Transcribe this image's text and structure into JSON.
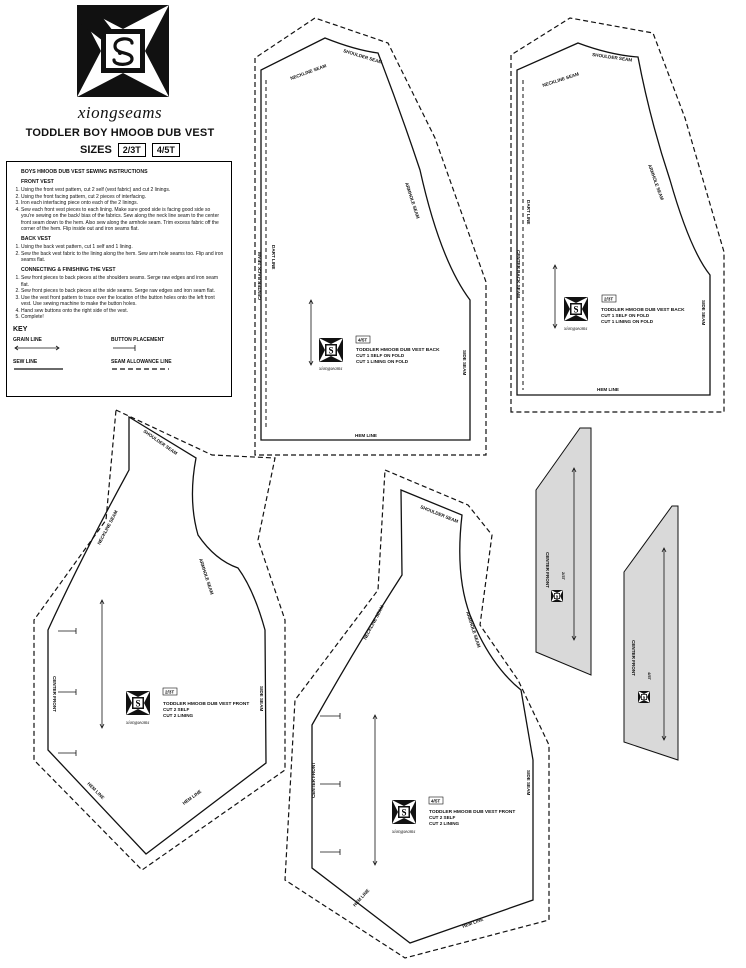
{
  "brand": {
    "name": "xiongseams",
    "monogram": "S"
  },
  "title": "TODDLER BOY HMOOB DUB VEST",
  "sizes": {
    "label": "SIZES",
    "options": [
      "2/3T",
      "4/5T"
    ]
  },
  "instructions": {
    "heading": "BOYS HMOOB DUB VEST SEWING INSTRUCTIONS",
    "sections": [
      {
        "title": "FRONT VEST",
        "steps": [
          "Using the front vest pattern, cut 2 self (vest fabric) and cut 2 linings.",
          "Using the front facing pattern, cut 2 pieces of interfacing.",
          "Iron each interfacing piece onto each of the 2 linings.",
          "Sew each front vest pieces to each lining. Make sure good side is facing good side so you're sewing on the back/ bias of the fabrics. Sew along the neck line seam to the center front seam down to the hem. Also sew along the armhole seam. Trim excess fabric off the corner of the hem. Flip inside out and iron seams flat."
        ]
      },
      {
        "title": "BACK VEST",
        "steps": [
          "Using the back vest pattern, cut 1 self and 1 lining.",
          "Sew the back vest fabric to the lining along the hem. Sew arm hole seams too. Flip and iron seams flat."
        ]
      },
      {
        "title": "CONNECTING & FINISHING THE VEST",
        "steps": [
          "Sew front pieces to back pieces at the shoulders seams. Serge raw edges and iron seam flat.",
          "Sew front pieces to back pieces at the side seams. Serge raw edges and iron seam flat.",
          "Use the vest front pattern to trace over the location of the button holes onto the left front vest. Use sewing machine to make the button holes.",
          "Hand sew buttons onto the right side of the vest.",
          "Complete!"
        ]
      }
    ],
    "key": {
      "title": "KEY",
      "grain": "GRAIN LINE",
      "button": "BUTTON PLACEMENT",
      "sew": "SEW LINE",
      "seam": "SEAM ALLOWANCE LINE"
    }
  },
  "pieces": {
    "back_4t": {
      "size": "4/5T",
      "name": "TODDLER HMOOB DUB VEST BACK",
      "cut1": "CUT 1 SELF ON FOLD",
      "cut2": "CUT 1 LINING ON FOLD"
    },
    "back_2t": {
      "size": "2/3T",
      "name": "TODDLER HMOOB DUB VEST BACK",
      "cut1": "CUT 1 SELF ON FOLD",
      "cut2": "CUT 1 LINING ON FOLD"
    },
    "front_2t": {
      "size": "2/3T",
      "name": "TODDLER HMOOB DUB VEST FRONT",
      "cut1": "CUT 2 SELF",
      "cut2": "CUT 2 LINING"
    },
    "front_4t": {
      "size": "4/5T",
      "name": "TODDLER HMOOB DUB VEST FRONT",
      "cut1": "CUT 2 SELF",
      "cut2": "CUT 2 LINING"
    },
    "facing_2t": {
      "size": "2/3T"
    },
    "facing_4t": {
      "size": "4/5T"
    }
  },
  "seams": {
    "neckline": "NECKLINE SEAM",
    "shoulder": "SHOULDER SEAM",
    "armhole": "ARMHOLE SEAM",
    "side": "SIDE SEAM",
    "hem": "HEM LINE",
    "dart": "DART LINE",
    "center_back": "CENTER BACK SEAM",
    "center_front": "CENTER FRONT"
  },
  "colors": {
    "ink": "#111111",
    "facing_fill": "#d9d9d9"
  }
}
